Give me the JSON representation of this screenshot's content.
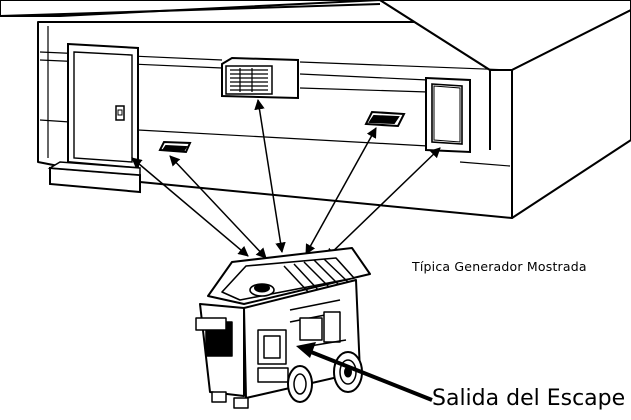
{
  "labels": {
    "model_caption": "Típica Generador Mostrada",
    "exhaust_outlet": "Salida del Escape"
  },
  "colors": {
    "line": "#000000",
    "background": "#ffffff"
  },
  "illustration": {
    "subject": "portable-generator-near-house",
    "openings": [
      "door",
      "window",
      "wall-vent",
      "soffit-vent"
    ]
  }
}
